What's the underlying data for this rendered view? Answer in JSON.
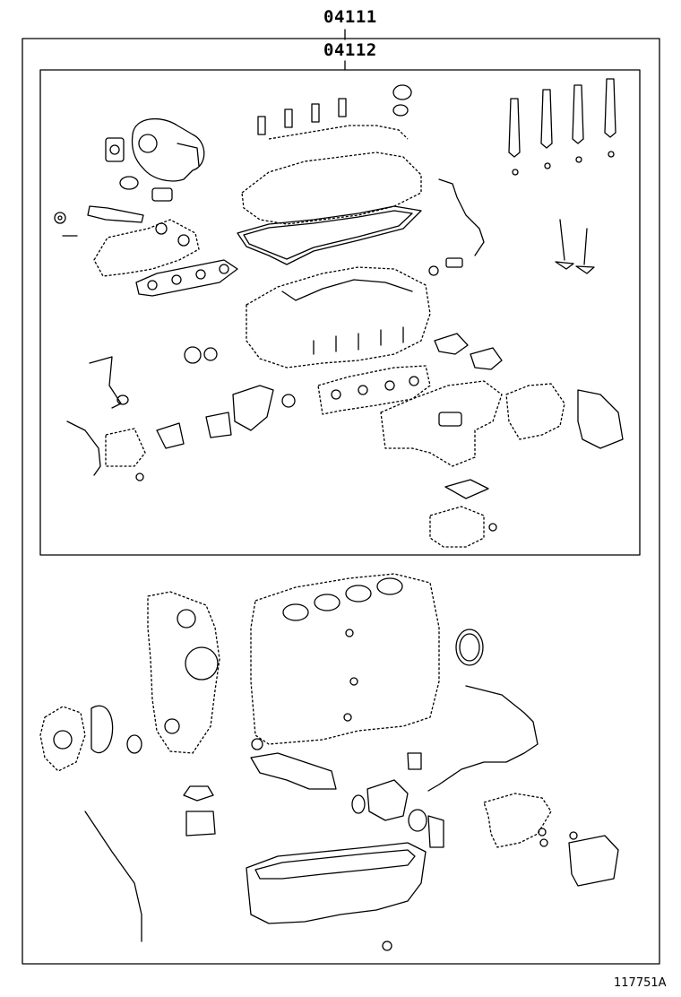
{
  "labels": {
    "kit_outer": "04111",
    "kit_inner": "04112",
    "figure_id": "117751A"
  }
}
